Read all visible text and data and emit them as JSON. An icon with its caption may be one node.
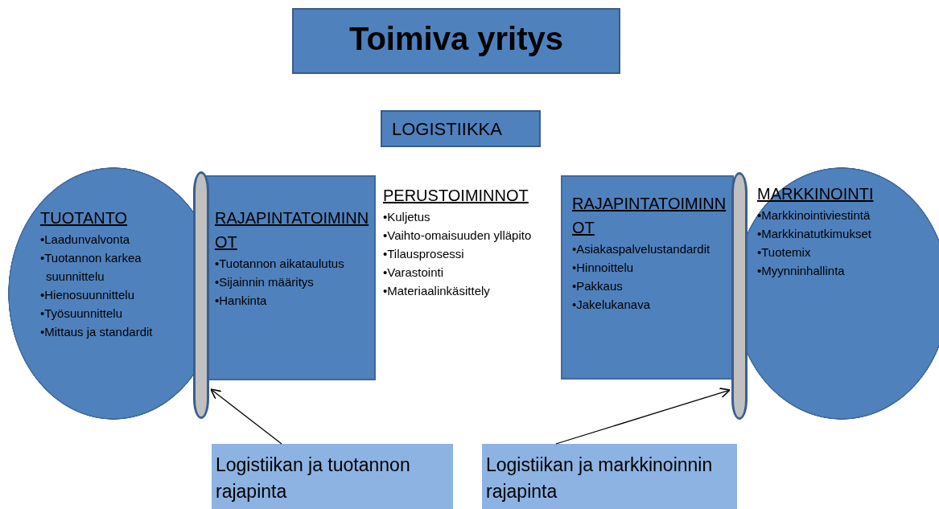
{
  "diagram": {
    "nodes": [
      {
        "text": [
          "Toimiva yritys"
        ]
      },
      {
        "text": [
          "LOGISTIIKKA"
        ]
      },
      {
        "text": [
          "TUOTANTO",
          "•Laadunvalvonta",
          "•Tuotannon karkea suunnittelu",
          "•Hienosuunnittelu",
          "•Työsuunnittelu",
          "•Mittaus ja standardit"
        ]
      },
      {
        "text": [
          "RAJAPINTATOIMINNOT",
          "•Tuotannon aikataulutus",
          "•Sijainnin määritys",
          "•Hankinta"
        ]
      },
      {
        "text": [],
        "shape": "ellipse"
      },
      {
        "text": [
          "RAJAPINTATOIMINNOT",
          "•Asiakaspalvelustandardit",
          "•Hinnoittelu",
          "•Pakkaus",
          "•Jakelukanava"
        ]
      },
      {
        "text": [],
        "shape": "ellipse"
      },
      {
        "text": [
          "MARKKINOINTI",
          "•Markkinointiviestintä",
          "•Markkinatutkimukset",
          "•Tuotemix",
          "•Myynninhallinta"
        ]
      },
      {
        "text": [
          "Logistiikan ja tuotannon rajapinta"
        ]
      },
      {
        "text": [
          "Logistiikan ja markkinoinnin rajapinta"
        ]
      }
    ],
    "edges": [
      {
        "from": 8,
        "to": 4,
        "arrow": "to"
      },
      {
        "from": 9,
        "to": 6,
        "arrow": "to"
      }
    ],
    "labels": [
      "PERUSTOIMINNOT",
      "•Kuljetus",
      "•Vaihto-omaisuuden ylläpito",
      "•Tilausprosessi",
      "•Varastointi",
      "•Materiaalinkäsittely"
    ]
  }
}
